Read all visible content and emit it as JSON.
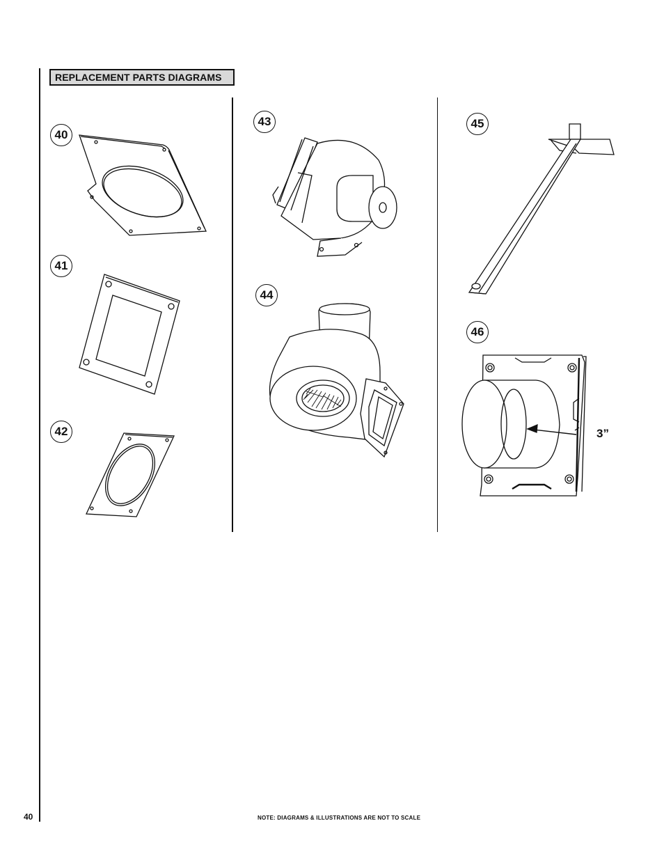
{
  "header": {
    "title": "REPLACEMENT PARTS DIAGRAMS"
  },
  "parts": [
    {
      "number": "40",
      "icon": "flat-plate-with-oval-opening"
    },
    {
      "number": "41",
      "icon": "square-gasket"
    },
    {
      "number": "42",
      "icon": "round-gasket"
    },
    {
      "number": "43",
      "icon": "blower-motor"
    },
    {
      "number": "44",
      "icon": "combustion-blower"
    },
    {
      "number": "45",
      "icon": "rod-bracket"
    },
    {
      "number": "46",
      "icon": "pipe-adapter-plate"
    }
  ],
  "dimension_label": "3”",
  "footer": {
    "page_number": "40",
    "note": "NOTE: DIAGRAMS & ILLUSTRATIONS ARE NOT TO SCALE"
  }
}
